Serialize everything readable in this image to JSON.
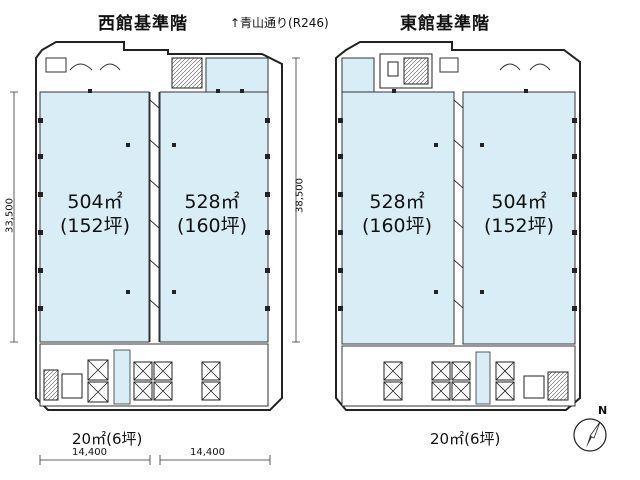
{
  "header": {
    "west_title": "西館基準階",
    "street_label": "↑青山通り(R246)",
    "east_title": "東館基準階"
  },
  "west_building": {
    "left_area": {
      "sqm": "504㎡",
      "tsubo": "(152坪)"
    },
    "right_area": {
      "sqm": "528㎡",
      "tsubo": "(160坪)"
    },
    "common_area": "20㎡(6坪)",
    "dim_left_height": "33,500",
    "dim_right_height": "38,500",
    "dim_bottom_left": "14,400",
    "dim_bottom_right": "14,400"
  },
  "east_building": {
    "left_area": {
      "sqm": "528㎡",
      "tsubo": "(160坪)"
    },
    "right_area": {
      "sqm": "504㎡",
      "tsubo": "(152坪)"
    },
    "common_area": "20㎡(6坪)"
  },
  "compass": {
    "label": "N"
  },
  "colors": {
    "office_fill": "#d9edf7",
    "wall": "#222222",
    "line": "#333333"
  }
}
